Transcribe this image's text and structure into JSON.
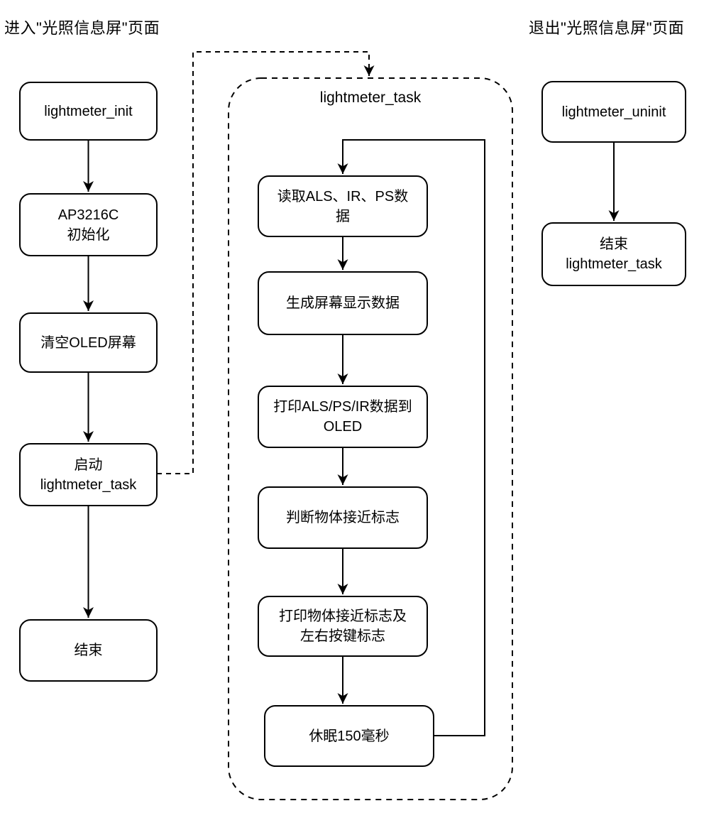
{
  "headers": {
    "enter": "进入\"光照信息屏\"页面",
    "exit": "退出\"光照信息屏\"页面"
  },
  "task_container": {
    "label": "lightmeter_task"
  },
  "left_flow": {
    "nodes": [
      {
        "label": "lightmeter_init"
      },
      {
        "label": "AP3216C\n初始化"
      },
      {
        "label": "清空OLED屏幕"
      },
      {
        "label": "启动\nlightmeter_task"
      },
      {
        "label": "结束"
      }
    ]
  },
  "task_flow": {
    "nodes": [
      {
        "label": "读取ALS、IR、PS数\n据"
      },
      {
        "label": "生成屏幕显示数据"
      },
      {
        "label": "打印ALS/PS/IR数据到\nOLED"
      },
      {
        "label": "判断物体接近标志"
      },
      {
        "label": "打印物体接近标志及\n左右按键标志"
      },
      {
        "label": "休眠150毫秒"
      }
    ]
  },
  "right_flow": {
    "nodes": [
      {
        "label": "lightmeter_uninit"
      },
      {
        "label": "结束\nlightmeter_task"
      }
    ]
  },
  "colors": {
    "stroke": "#000000",
    "background": "#ffffff"
  }
}
